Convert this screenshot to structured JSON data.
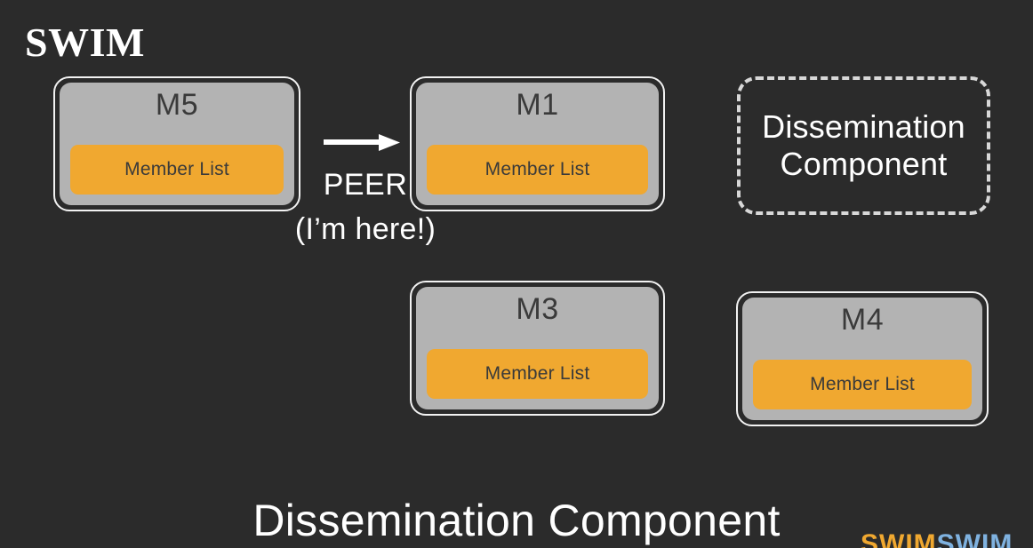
{
  "background_color": "#2b2b2b",
  "title": "SWIM",
  "nodes": [
    {
      "id": "m5",
      "label": "M5",
      "inner_label": "Member List"
    },
    {
      "id": "m1",
      "label": "M1",
      "inner_label": "Member List"
    },
    {
      "id": "m3",
      "label": "M3",
      "inner_label": "Member List"
    },
    {
      "id": "m4",
      "label": "M4",
      "inner_label": "Member List"
    }
  ],
  "arrow": {
    "name": "peer-arrow",
    "label": "PEER",
    "sublabel": "(I’m here!)",
    "direction": "right",
    "color": "#ffffff"
  },
  "dissemination_box": {
    "line1": "Dissemination",
    "line2": "Component",
    "border_style": "dashed",
    "border_color": "#d8d8d8"
  },
  "bottom_caption": "Dissemination Component",
  "corner_mark": {
    "part_a": "SWIM",
    "part_b": "SWIM",
    "color_a": "#f0a830",
    "color_b": "#7fb2e0"
  },
  "colors": {
    "node_body": "#b3b3b3",
    "node_border": "#f2f2f2",
    "member_list": "#f0a830",
    "node_text": "#3a3a3a",
    "white_text": "#ffffff"
  }
}
